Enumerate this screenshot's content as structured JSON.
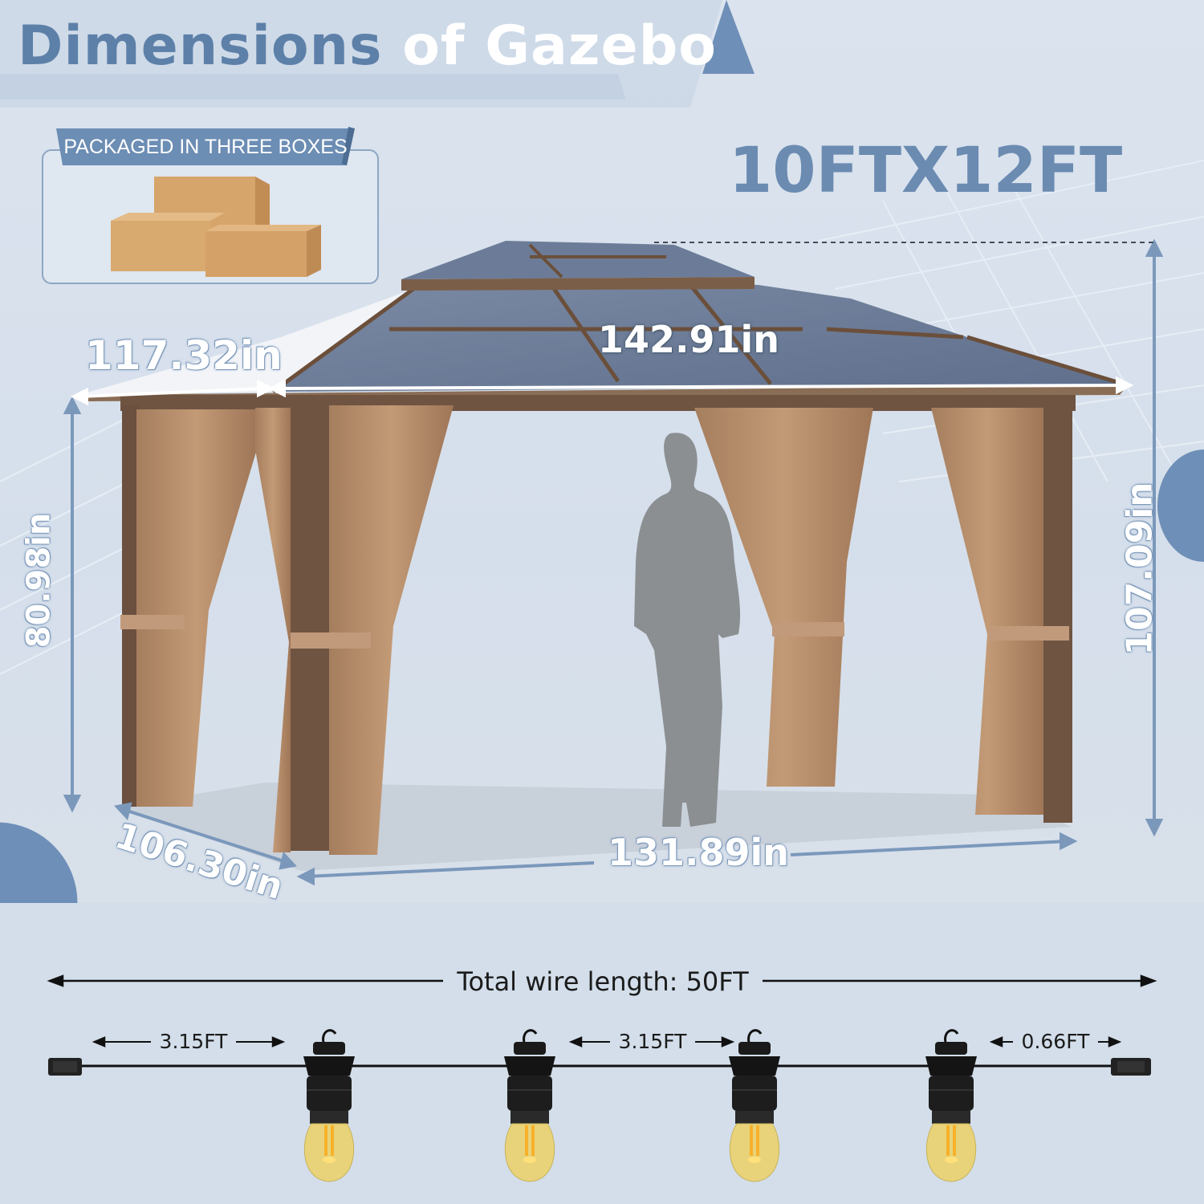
{
  "header": {
    "title_word1": "Dimensions",
    "title_word2": "of Gazebo",
    "size": "10FTX12FT"
  },
  "package": {
    "label": "PACKAGED IN THREE BOXES",
    "box_count": 3
  },
  "dimensions": {
    "roof_depth": "117.32in",
    "roof_width": "142.91in",
    "side_height": "80.98in",
    "total_height": "107.09in",
    "base_depth": "106.30in",
    "base_width": "131.89in"
  },
  "string_lights": {
    "total_wire": "Total wire length: 50FT",
    "segment_1": "3.15FT",
    "segment_2": "3.15FT",
    "segment_3": "0.66FT",
    "bulb_count": 4
  },
  "colors": {
    "accent_blue": "#6b8bb1",
    "frame_brown": "#7a6350",
    "curtain_tan": "#b48a66",
    "roof_panel": "#6f7f9a",
    "box_tan": "#d8a869"
  }
}
